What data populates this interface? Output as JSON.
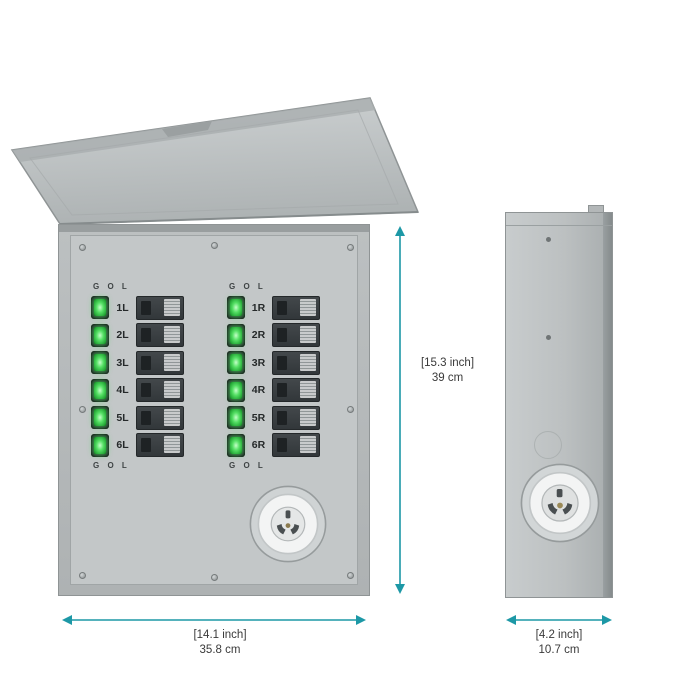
{
  "views": {
    "front": {
      "left_group": {
        "header": "G O L",
        "footer": "G O L",
        "rows": [
          "1L",
          "2L",
          "3L",
          "4L",
          "5L",
          "6L"
        ]
      },
      "right_group": {
        "header": "G O L",
        "footer": "G O L",
        "rows": [
          "1R",
          "2R",
          "3R",
          "4R",
          "5R",
          "6R"
        ]
      }
    }
  },
  "dimensions": {
    "height": {
      "inch": "[15.3 inch]",
      "cm": "39 cm"
    },
    "width": {
      "inch": "[14.1 inch]",
      "cm": "35.8 cm"
    },
    "depth": {
      "inch": "[4.2 inch]",
      "cm": "10.7 cm"
    }
  },
  "colors": {
    "accent_arrow": "#1d98a6",
    "led_green": "#3ec94e",
    "panel_gray": "#b9bdbe",
    "breaker_dark": "#383d40"
  }
}
